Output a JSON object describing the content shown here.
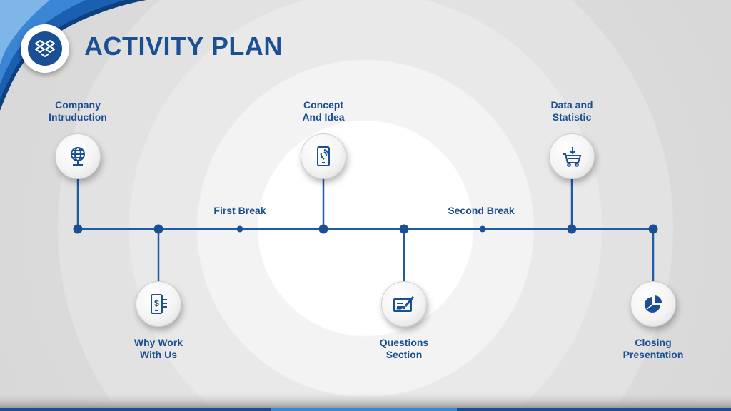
{
  "title": "ACTIVITY PLAN",
  "logo_icon": "dropbox-icon",
  "colors": {
    "primary": "#1b4f93",
    "line": "#1f5ca8"
  },
  "milestones": [
    {
      "lines": [
        "Company",
        "Intruduction"
      ],
      "icon": "globe-icon"
    },
    {
      "lines": [
        "Why Work",
        "With Us"
      ],
      "icon": "mobile-payment-icon"
    },
    {
      "lines": [
        "Concept",
        "And Idea"
      ],
      "icon": "smartphone-call-icon"
    },
    {
      "lines": [
        "Questions",
        "Section"
      ],
      "icon": "cheque-signature-icon"
    },
    {
      "lines": [
        "Data and",
        "Statistic"
      ],
      "icon": "shopping-cart-icon"
    },
    {
      "lines": [
        "Closing",
        "Presentation"
      ],
      "icon": "pie-chart-icon"
    }
  ],
  "breaks": [
    "First Break",
    "Second Break"
  ]
}
